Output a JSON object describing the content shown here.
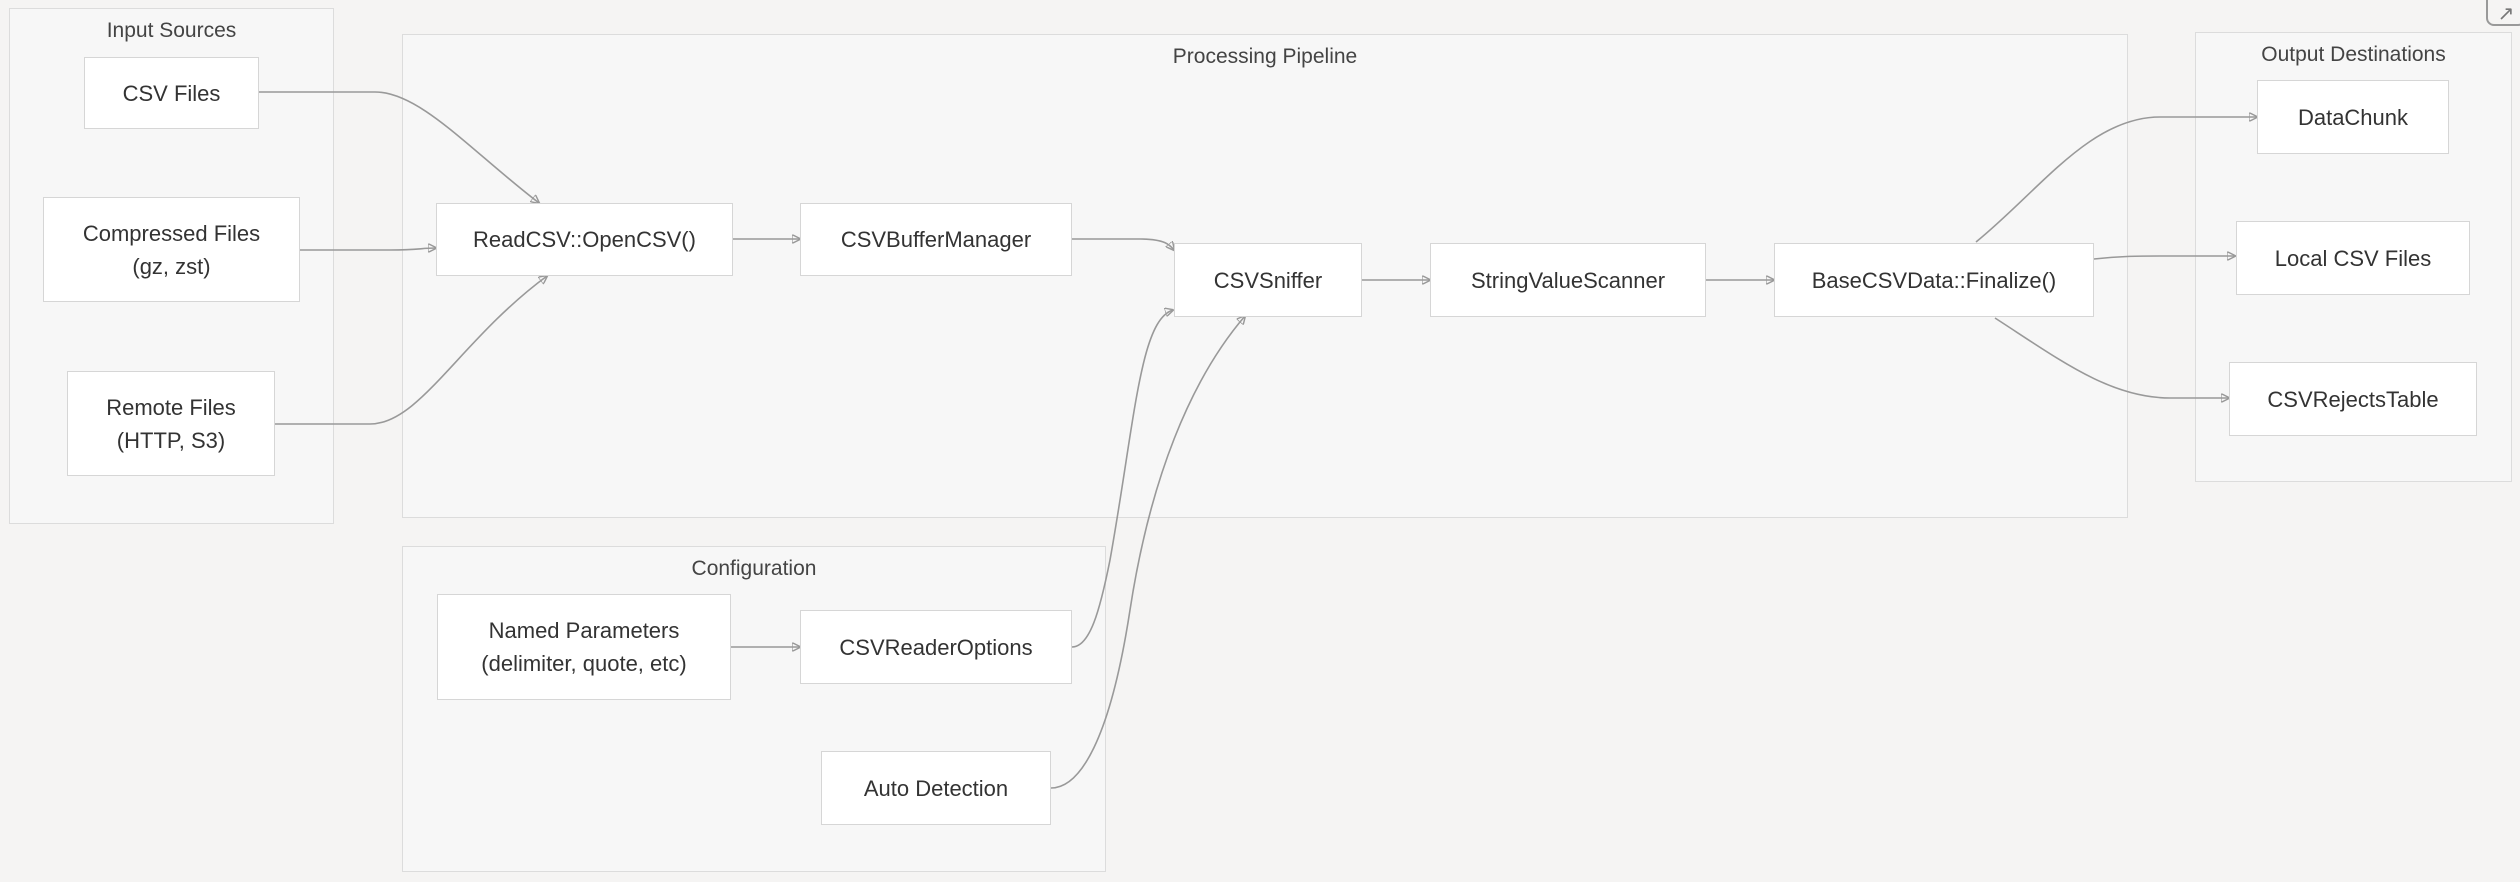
{
  "groups": {
    "input_sources": "Input Sources",
    "processing_pipeline": "Processing Pipeline",
    "output_destinations": "Output Destinations",
    "configuration": "Configuration"
  },
  "nodes": {
    "csv_files": "CSV Files",
    "compressed_files": "Compressed Files\n(gz, zst)",
    "remote_files": "Remote Files\n(HTTP, S3)",
    "read_csv_open": "ReadCSV::OpenCSV()",
    "csv_buffer_manager": "CSVBufferManager",
    "csv_sniffer": "CSVSniffer",
    "string_value_scanner": "StringValueScanner",
    "base_csv_finalize": "BaseCSVData::Finalize()",
    "data_chunk": "DataChunk",
    "local_csv_files": "Local CSV Files",
    "csv_rejects_table": "CSVRejectsTable",
    "named_parameters": "Named Parameters\n(delimiter, quote, etc)",
    "csv_reader_options": "CSVReaderOptions",
    "auto_detection": "Auto Detection"
  },
  "corner_button": {
    "icon": "expand-icon",
    "glyph": "↗"
  },
  "colors": {
    "edge": "#999999",
    "node_border": "#d6d6d6",
    "group_bg": "#f7f7f7"
  }
}
